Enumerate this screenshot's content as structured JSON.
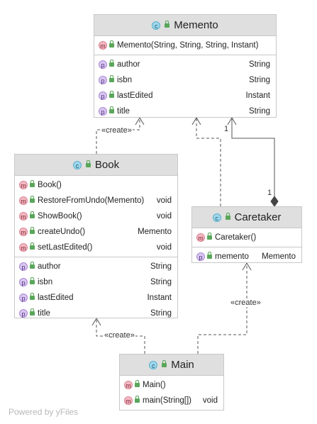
{
  "classes": {
    "memento": {
      "name": "Memento",
      "icon": "class-icon",
      "constructors": [
        {
          "name": "Memento(String, String, String, Instant)",
          "type": ""
        }
      ],
      "fields": [
        {
          "name": "author",
          "type": "String"
        },
        {
          "name": "isbn",
          "type": "String"
        },
        {
          "name": "lastEdited",
          "type": "Instant"
        },
        {
          "name": "title",
          "type": "String"
        }
      ]
    },
    "book": {
      "name": "Book",
      "icon": "class-icon",
      "methods": [
        {
          "name": "Book()",
          "type": ""
        },
        {
          "name": "RestoreFromUndo(Memento)",
          "type": "void"
        },
        {
          "name": "ShowBook()",
          "type": "void"
        },
        {
          "name": "createUndo()",
          "type": "Memento"
        },
        {
          "name": "setLastEdited()",
          "type": "void"
        }
      ],
      "fields": [
        {
          "name": "author",
          "type": "String"
        },
        {
          "name": "isbn",
          "type": "String"
        },
        {
          "name": "lastEdited",
          "type": "Instant"
        },
        {
          "name": "title",
          "type": "String"
        }
      ]
    },
    "caretaker": {
      "name": "Caretaker",
      "icon": "class-icon",
      "methods": [
        {
          "name": "Caretaker()",
          "type": ""
        }
      ],
      "fields": [
        {
          "name": "memento",
          "type": "Memento"
        }
      ]
    },
    "main": {
      "name": "Main",
      "icon": "runnable-class-icon",
      "methods": [
        {
          "name": "Main()",
          "type": ""
        },
        {
          "name": "main(String[])",
          "type": "void"
        }
      ]
    }
  },
  "relations": {
    "book_to_memento_label": "«create»",
    "main_to_book_label": "«create»",
    "main_to_caretaker_label": "«create»",
    "memento_multiplicity": "1",
    "caretaker_multiplicity": "1"
  },
  "badges": {
    "method": "m",
    "field": "p",
    "class": "c"
  },
  "colors": {
    "header_bg": "#dfdfdf",
    "border": "#c8c8c8",
    "method_badge": "#f4b9c3",
    "field_badge": "#d9c6f0",
    "class_badge": "#9fd6ea",
    "visibility_lock": "#5aa65a"
  },
  "watermark": "Powered by yFiles"
}
